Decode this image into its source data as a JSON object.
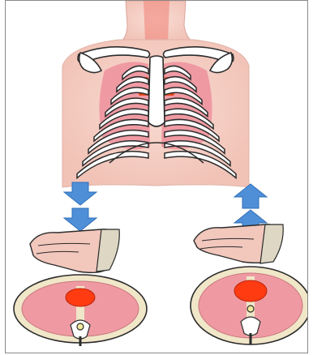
{
  "illustration": {
    "colors": {
      "skin": "#f5cfc4",
      "skin_shadow": "#e9a9a0",
      "bone": "#ffffff",
      "outline": "#2b2b2b",
      "lung": "#ef9aa3",
      "cartilage": "#f0e6c8",
      "heart": "#ff3b12",
      "arrow": "#4f8fd8",
      "spine": "#f2ea9e"
    },
    "left_panel": {
      "arrows": [
        "arrow-down",
        "arrow-down"
      ]
    },
    "right_panel": {
      "arrows": [
        "arrow-up",
        "arrow-up"
      ]
    }
  }
}
